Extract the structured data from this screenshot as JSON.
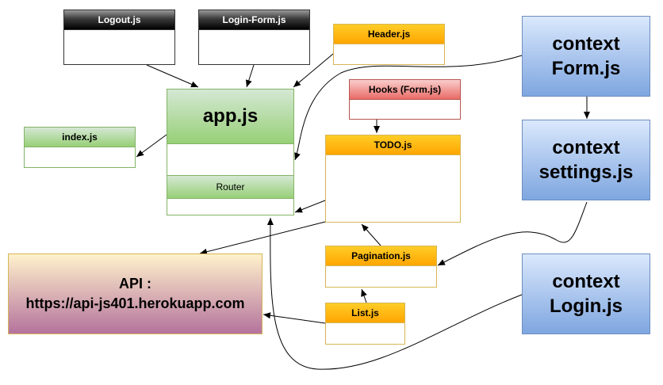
{
  "nodes": {
    "logout": "Logout.js",
    "login_form": "Login-Form.js",
    "header": "Header.js",
    "hooks": "Hooks (Form.js)",
    "app": "app.js",
    "router": "Router",
    "index": "index.js",
    "todo": "TODO.js",
    "pagination": "Pagination.js",
    "list": "List.js",
    "api_line1": "API :",
    "api_line2": "https://api-js401.herokuapp.com",
    "context_form": [
      "context",
      "Form.js"
    ],
    "context_settings": [
      "context",
      "settings.js"
    ],
    "context_login": [
      "context",
      "Login.js"
    ]
  },
  "colors": {
    "edge": "#000000",
    "black_header": "#000000",
    "orange_header": "#ffa500",
    "red_header": "#ea6b66",
    "green_header": "#97d077",
    "blue_context": "#7ea6e0",
    "api_fill_top": "#fff2cc",
    "api_fill_bottom": "#b5739d"
  }
}
